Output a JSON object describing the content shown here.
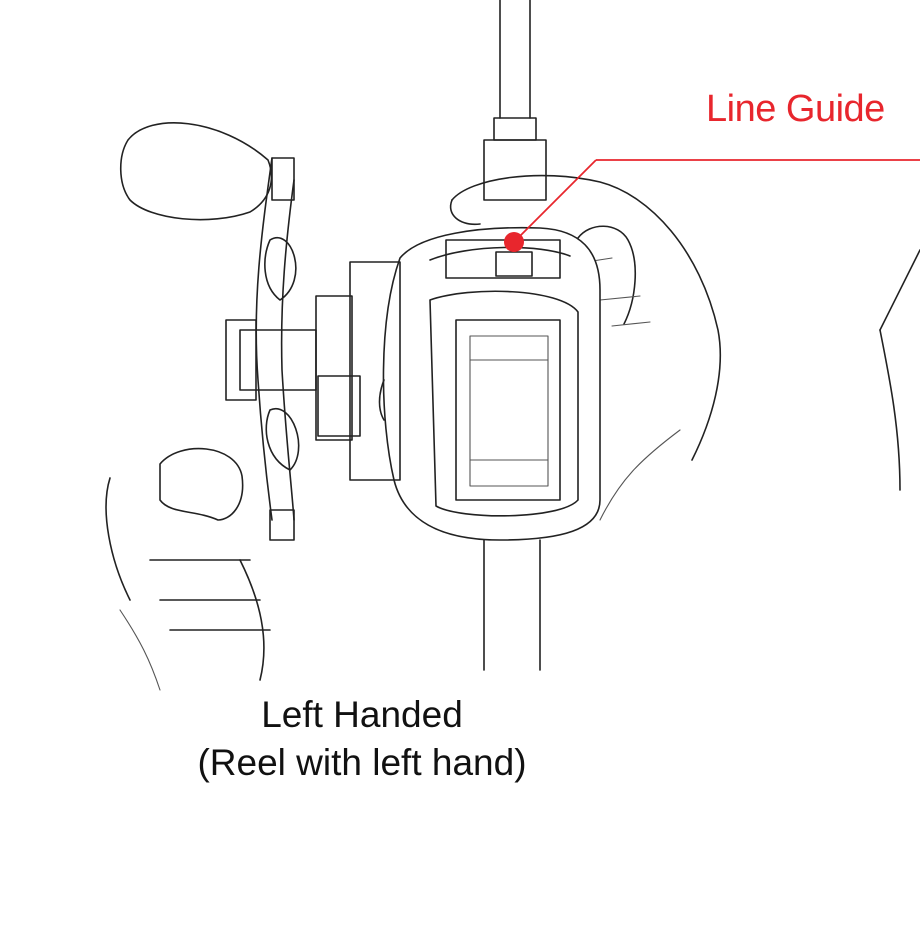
{
  "callout": {
    "label": "Line Guide",
    "color": "#e8262d"
  },
  "caption": {
    "line1": "Left Handed",
    "line2": "(Reel with left hand)"
  }
}
